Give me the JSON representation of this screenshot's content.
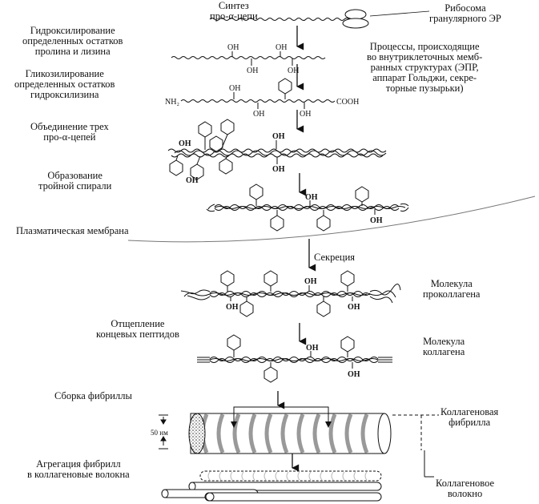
{
  "steps": {
    "synthesis": [
      "Синтез",
      "про-α-цепи"
    ],
    "hydroxylation": [
      "Гидроксилирование",
      "определенных остатков",
      "пролина и лизина"
    ],
    "glycosylation": [
      "Гликозилирование",
      "определенных остатков",
      "гидроксилизина"
    ],
    "association": [
      "Объединение трех",
      "про-α-цепей"
    ],
    "triple_helix": [
      "Образование",
      "тройной спирали"
    ],
    "membrane": "Плазматическая мембрана",
    "secretion": "Секреция",
    "cleavage": [
      "Отщепление",
      "концевых пептидов"
    ],
    "fibril_assembly": "Сборка фибриллы",
    "aggregation": [
      "Агрегация фибрилл",
      "в коллагеновые волокна"
    ]
  },
  "labels": {
    "ribosome": [
      "Рибосома",
      "гранулярного ЭР"
    ],
    "processes": [
      "Процессы, происходящие",
      "во внутриклеточных мемб-",
      "ранных структурах (ЭПР,",
      "аппарат Гольджи, секре-",
      "торные пузырьки)"
    ],
    "procollagen": [
      "Молекула",
      "проколлагена"
    ],
    "collagen": [
      "Молекула",
      "коллагена"
    ],
    "fibril": [
      "Коллагеновая",
      "фибрилла"
    ],
    "fiber": [
      "Коллагеновое",
      "волокно"
    ],
    "scale": "50 нм"
  },
  "chem": {
    "oh": "OH",
    "nh2": "NH₂",
    "cooh": "COOH"
  }
}
